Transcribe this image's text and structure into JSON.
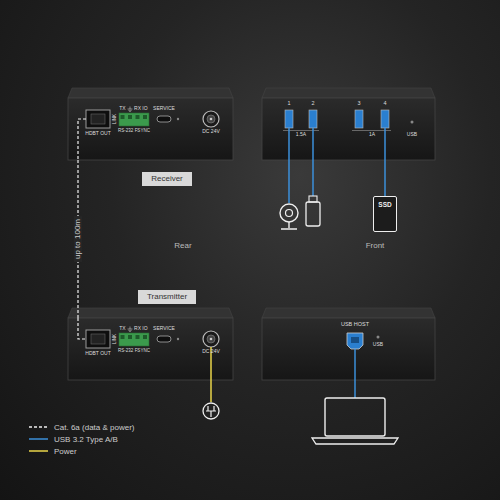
{
  "diagram": {
    "nodes": [
      {
        "text": [
          "Receiver"
        ]
      },
      {
        "text": [
          "HDBT OUT",
          "LINK",
          "TX",
          "RX",
          "IO",
          "RS-232 FSYNC",
          "SERVICE",
          "DC 24V"
        ]
      },
      {
        "text": [
          "1",
          "2",
          "3",
          "4",
          "1.5A",
          "1A",
          "USB"
        ]
      },
      {
        "text": [
          "SSD"
        ]
      },
      {
        "text": [
          "Transmitter"
        ]
      },
      {
        "text": [
          "HDBT OUT",
          "LINK",
          "TX",
          "RX",
          "IO",
          "RS-232 FSYNC",
          "SERVICE",
          "DC 24V"
        ]
      },
      {
        "text": [
          "USB HOST",
          "USB"
        ]
      }
    ],
    "edges": [
      {
        "from": 1,
        "to": 5,
        "arrow": "none",
        "label": "up to 100m"
      },
      {
        "from": 2,
        "to": 3,
        "arrow": "none"
      }
    ],
    "labels": [
      "Rear",
      "Front"
    ],
    "legend": [
      {
        "text": "Cat. 6a (data & power)"
      },
      {
        "text": "USB 3.2 Type A/B"
      },
      {
        "text": "Power"
      }
    ]
  }
}
